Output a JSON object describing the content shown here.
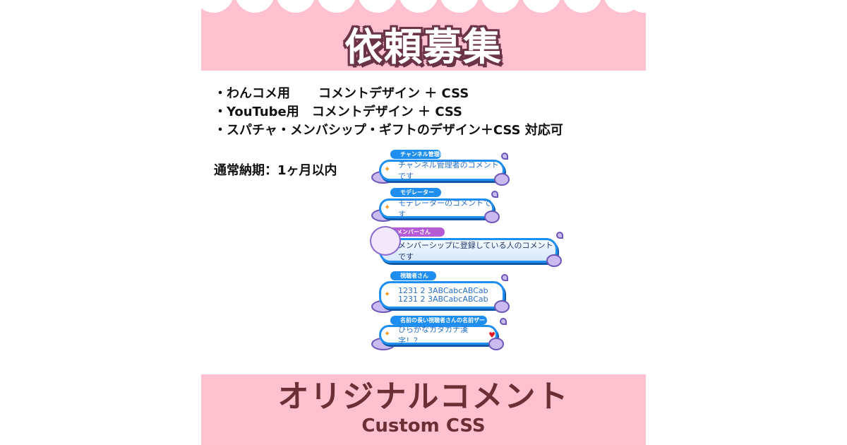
{
  "header": {
    "title": "依頼募集"
  },
  "offerings": [
    {
      "name": "・わんコメ用",
      "detail": "コメントデザイン ＋ CSS"
    },
    {
      "name": "・YouTube用",
      "detail": "コメントデザイン ＋ CSS"
    },
    {
      "name": "・スパチャ・メンバシップ・ギフトのデザイン＋CSS 対応可",
      "detail": ""
    }
  ],
  "deadline": "通常納期：1ヶ月以内",
  "preview": {
    "comments": [
      {
        "label": "チャンネル管理者",
        "lines": [
          "チャンネル管理者のコメントです"
        ],
        "role": "owner"
      },
      {
        "label": "モデレーター",
        "lines": [
          "モデレーターのコメントです"
        ],
        "role": "moderator"
      },
      {
        "label": "メンバーさん",
        "lines": [
          "メンバーシップに登録している人のコメントです"
        ],
        "role": "member"
      },
      {
        "label": "視聴者さん",
        "lines": [
          "1231 2 3ABCabcABCab",
          "1231 2 3ABCabcABCab"
        ],
        "role": "viewer"
      },
      {
        "label": "名前の長い視聴者さんの名前ザー",
        "lines": [
          "ひらがなカタカナ漢字！？"
        ],
        "role": "viewer",
        "emoji": "heart-icon"
      }
    ],
    "colors": {
      "label": "#1e8ff0",
      "member_label": "#b55bd6",
      "text": "#2a70c9"
    }
  },
  "footer": {
    "title": "オリジナルコメント",
    "subtitle": "Custom CSS"
  },
  "colors": {
    "pink": "#ffc0cf",
    "brown": "#6b3035"
  }
}
